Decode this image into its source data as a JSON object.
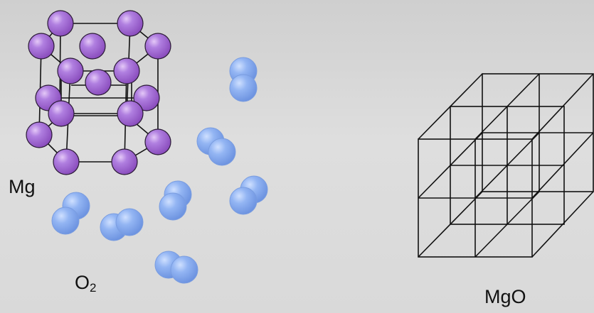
{
  "labels": {
    "mg": "Mg",
    "o2_main": "O",
    "o2_sub": "2",
    "mgo": "MgO"
  },
  "colors": {
    "mg_atom": "#a669d6",
    "o_atom": "#86a9ef",
    "lattice_line": "#111111"
  }
}
